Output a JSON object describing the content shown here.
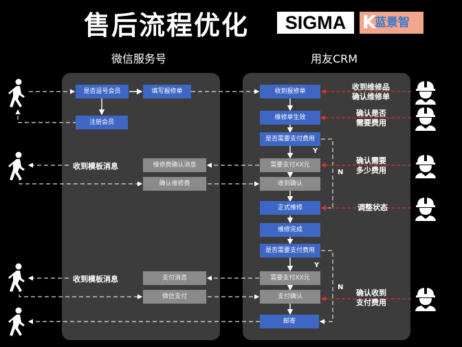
{
  "header": {
    "title": "售后流程优化",
    "logo_sigma": "SIGMA",
    "logo_k": "K",
    "logo_lanjing": "蓝景智"
  },
  "columns": {
    "wechat": "微信服务号",
    "crm": "用友CRM"
  },
  "wechat_boxes": {
    "member_check": "是否逗号会员",
    "fill_form": "填写报修单",
    "register": "注册会员",
    "fee_confirm_msg": "维修费确认消息",
    "confirm_fee": "确认维修费",
    "pay_msg": "支付消息",
    "wechat_pay": "微信支付"
  },
  "crm_boxes": {
    "receive_form": "收到报修单",
    "form_effective": "维修单生效",
    "need_pay_1": "是否需要支付费用",
    "need_pay_xx_1": "需要支付XX元",
    "receive_confirm": "收到确认",
    "formal_repair": "正式维修",
    "repair_done": "维修完成",
    "need_pay_2": "是否需要支付费用",
    "need_pay_xx_2": "需要支付XX元",
    "pay_confirm": "支付确认",
    "mail": "邮寄"
  },
  "labels": {
    "template_msg_1": "收到模板消息",
    "template_msg_2": "收到模板消息",
    "y1": "Y",
    "n1": "N",
    "y2": "Y",
    "n2": "N"
  },
  "worker_labels": {
    "w1": "收到维修品\n确认维修单",
    "w2": "确认是否\n需要费用",
    "w3": "确认需要\n多少费用",
    "w4": "调整状态",
    "w5": "确认收到\n支付费用"
  },
  "colors": {
    "blue_box": "#3e66c4",
    "gray_box": "#8a8a8a",
    "panel": "#3c3c3c",
    "red_arrow": "#d9312b"
  },
  "icons": {
    "customer": "walking-person-icon",
    "worker": "hardhat-worker-icon"
  }
}
